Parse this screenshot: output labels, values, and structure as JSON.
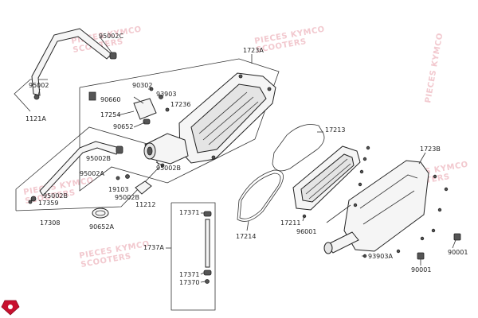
{
  "watermark": {
    "line1": "PIECES KYMCO",
    "line2": "SCOOTERS"
  },
  "labels": {
    "l95002C": "95002C",
    "l95002": "95002",
    "l1121A": "1121A",
    "l1723A": "1723A",
    "l90302": "90302",
    "l93903": "93903",
    "l90660": "90660",
    "l17236": "17236",
    "l17254": "17254",
    "l90652": "90652",
    "l95002B_a": "95002B",
    "l17213": "17213",
    "l1723B": "1723B",
    "l95002B_b": "95002B",
    "l95002A": "95002A",
    "l19103": "19103",
    "l95002B_c": "95002B",
    "l95002B_d": "95002B",
    "l17359": "17359",
    "l11212": "11212",
    "l17308": "17308",
    "l90652A": "90652A",
    "l17371_a": "17371",
    "l17214": "17214",
    "l17211": "17211",
    "l96001": "96001",
    "l1737A": "1737A",
    "l93903A": "93903A",
    "l90001_a": "90001",
    "l17371_b": "17371",
    "l90001_b": "90001",
    "l17370": "17370"
  }
}
